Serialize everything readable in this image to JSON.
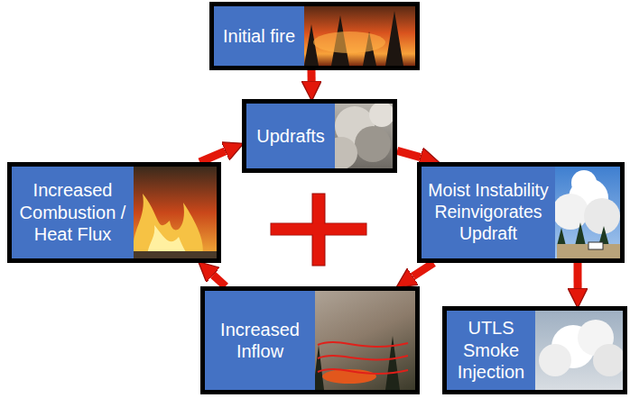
{
  "diagram": {
    "nodes": [
      {
        "text": [
          "Initial fire"
        ]
      },
      {
        "text": [
          "Updrafts"
        ]
      },
      {
        "text": [
          "Increased Combustion / Heat Flux"
        ]
      },
      {
        "text": [
          "Moist Instability Reinvigorates Updraft"
        ]
      },
      {
        "text": [
          "Increased Inflow"
        ]
      },
      {
        "text": [
          "UTLS Smoke Injection"
        ]
      }
    ],
    "edges": [
      {
        "from": 0,
        "to": 1,
        "arrow": "to"
      },
      {
        "from": 1,
        "to": 3,
        "arrow": "to"
      },
      {
        "from": 3,
        "to": 4,
        "arrow": "to"
      },
      {
        "from": 4,
        "to": 2,
        "arrow": "to"
      },
      {
        "from": 2,
        "to": 1,
        "arrow": "to"
      },
      {
        "from": 3,
        "to": 5,
        "arrow": "to"
      }
    ]
  }
}
